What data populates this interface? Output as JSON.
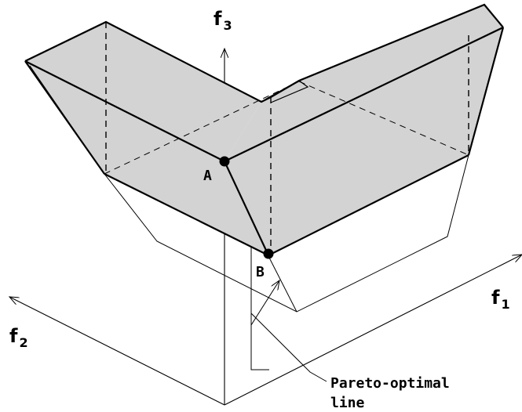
{
  "axes": {
    "f1": {
      "letter": "f",
      "index": "1"
    },
    "f2": {
      "letter": "f",
      "index": "2"
    },
    "f3": {
      "letter": "f",
      "index": "3"
    }
  },
  "points": {
    "A": "A",
    "B": "B"
  },
  "annotation": {
    "line1": "Pareto-optimal",
    "line2": "line"
  },
  "colors": {
    "surface_fill": "#d3d3d3",
    "stroke": "#000000",
    "background": "#ffffff"
  }
}
